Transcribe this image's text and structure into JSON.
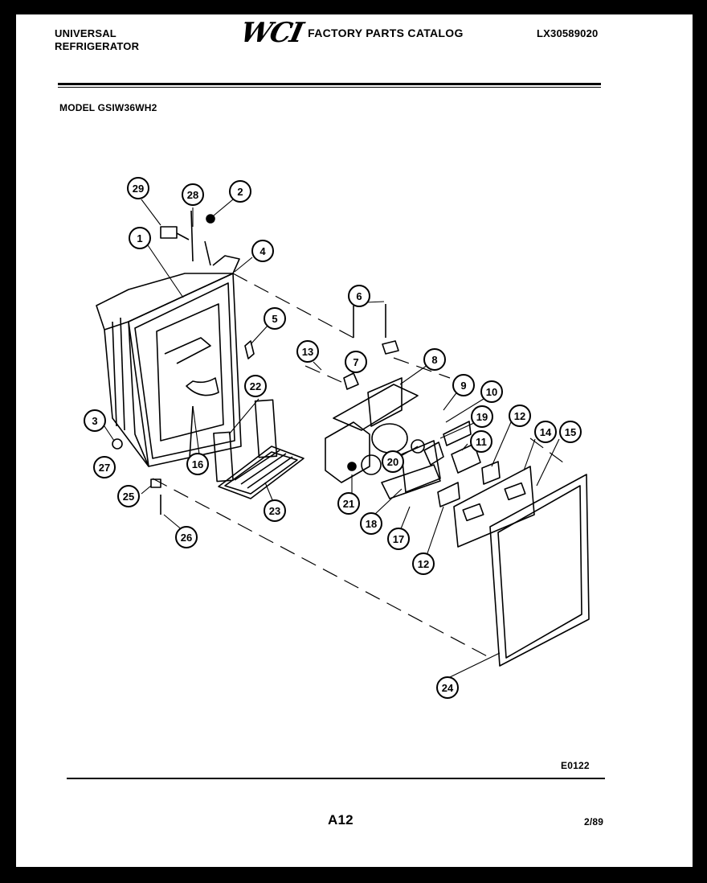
{
  "header": {
    "brand_line1": "UNIVERSAL",
    "brand_line2": "REFRIGERATOR",
    "logo": "WCI",
    "catalog_title": "FACTORY PARTS CATALOG",
    "part_number": "LX30589020"
  },
  "model": "MODEL GSIW36WH2",
  "diagram": {
    "callouts": [
      "29",
      "28",
      "2",
      "1",
      "4",
      "5",
      "6",
      "13",
      "7",
      "8",
      "9",
      "10",
      "19",
      "12",
      "14",
      "15",
      "11",
      "22",
      "3",
      "27",
      "16",
      "20",
      "21",
      "23",
      "25",
      "18",
      "17",
      "26",
      "12",
      "24"
    ]
  },
  "footer": {
    "drawing_code": "E0122",
    "page_label": "A12",
    "date": "2/89"
  }
}
